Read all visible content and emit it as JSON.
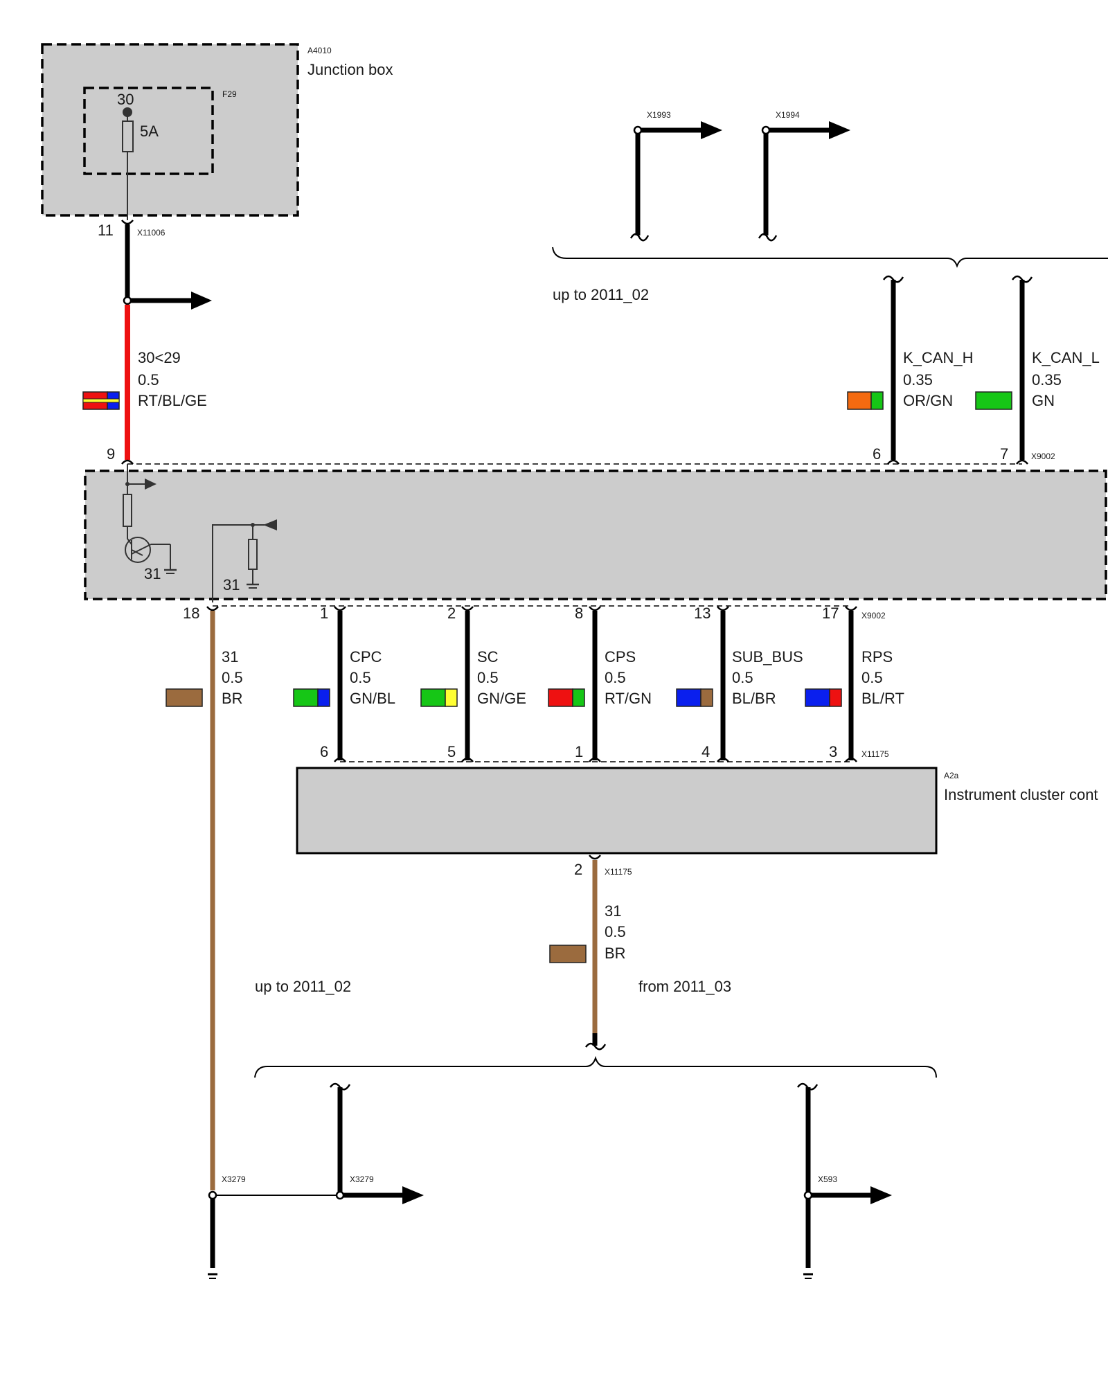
{
  "labels": {
    "junction_box_id": "A4010",
    "junction_box_name": "Junction box",
    "fuse_id": "F29",
    "fuse_terminal": "30",
    "fuse_rating": "5A",
    "x11006": "X11006",
    "x11006_pin": "11",
    "x1993": "X1993",
    "x1994": "X1994",
    "up_to_top": "up to 2011_02",
    "up_to_bottom": "up to 2011_02",
    "from_bottom": "from 2011_03",
    "x9002_top": "X9002",
    "x9002_bottom": "X9002",
    "x11175_top": "X11175",
    "x11175_bottom": "X11175",
    "instrument_cluster_id": "A2a",
    "instrument_cluster_name": "Instrument cluster cont",
    "ground_31_a": "31",
    "ground_31_b": "31",
    "x3279_left": "X3279",
    "x3279_right": "X3279",
    "x593": "X593"
  },
  "wires": {
    "power": {
      "pin_top": "9",
      "signal": "30<29",
      "gauge": "0.5",
      "color": "RT/BL/GE"
    },
    "k_can_h": {
      "pin": "6",
      "signal": "K_CAN_H",
      "gauge": "0.35",
      "color": "OR/GN"
    },
    "k_can_l": {
      "pin": "7",
      "signal": "K_CAN_L",
      "gauge": "0.35",
      "color": "GN"
    },
    "ground_left": {
      "pin": "18",
      "signal": "31",
      "gauge": "0.5",
      "color": "BR"
    },
    "cpc": {
      "pin_top": "1",
      "pin_bottom": "6",
      "signal": "CPC",
      "gauge": "0.5",
      "color": "GN/BL"
    },
    "sc": {
      "pin_top": "2",
      "pin_bottom": "5",
      "signal": "SC",
      "gauge": "0.5",
      "color": "GN/GE"
    },
    "cps": {
      "pin_top": "8",
      "pin_bottom": "1",
      "signal": "CPS",
      "gauge": "0.5",
      "color": "RT/GN"
    },
    "sub_bus": {
      "pin_top": "13",
      "pin_bottom": "4",
      "signal": "SUB_BUS",
      "gauge": "0.5",
      "color": "BL/BR"
    },
    "rps": {
      "pin_top": "17",
      "pin_bottom": "3",
      "signal": "RPS",
      "gauge": "0.5",
      "color": "BL/RT"
    },
    "ground_cluster": {
      "pin": "2",
      "signal": "31",
      "gauge": "0.5",
      "color": "BR"
    }
  },
  "colors": {
    "wire_red": "#ee1111",
    "wire_brown": "#9b6b3e",
    "wire_black": "#000000",
    "box_fill": "#cccccc",
    "swatch_red": "#ee1111",
    "swatch_blue": "#0a1fee",
    "swatch_yellow": "#ffff33",
    "swatch_green": "#16c616",
    "swatch_orange": "#f46a10",
    "swatch_brown": "#9b6b3e"
  }
}
